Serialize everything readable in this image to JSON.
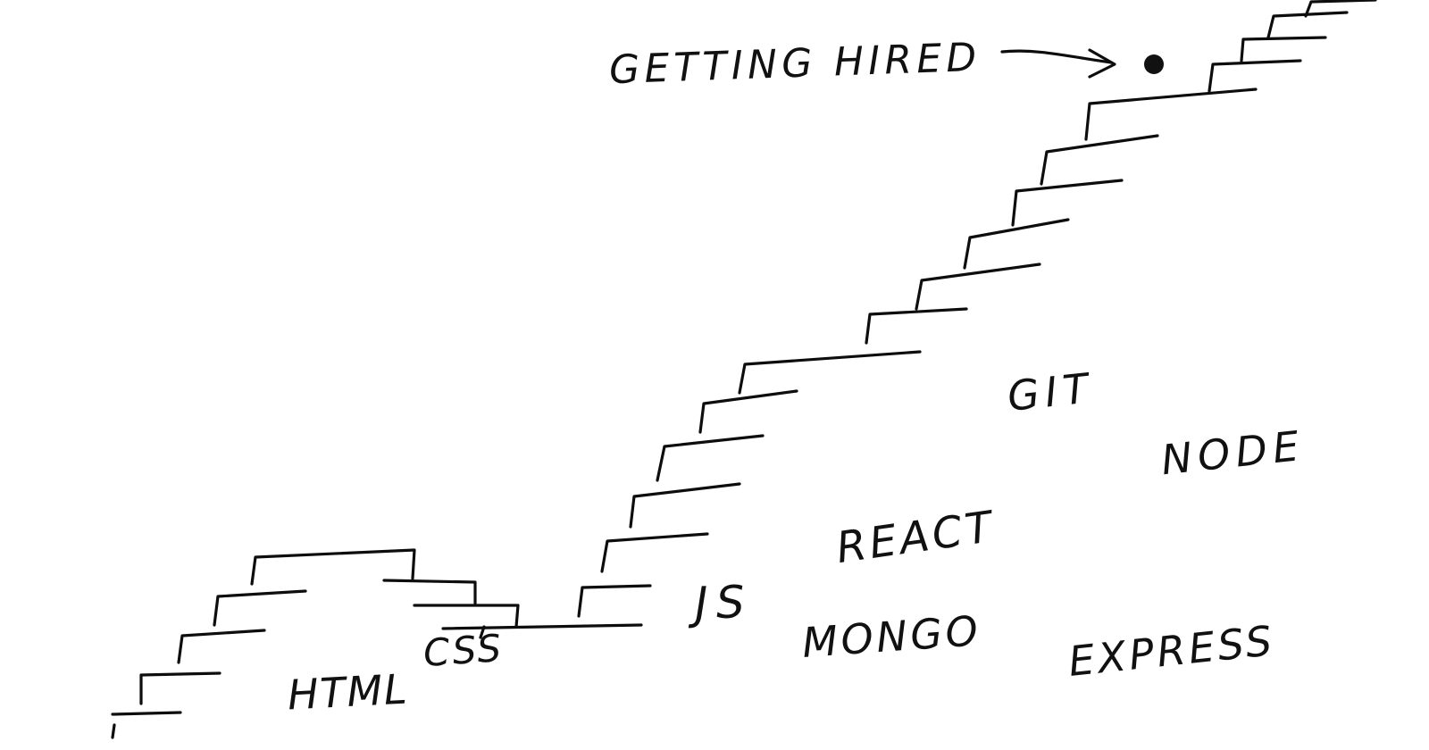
{
  "labels": {
    "html": "HTML",
    "css": "CSS",
    "js": "JS",
    "react": "REACT",
    "mongo": "MONGO",
    "git": "GIT",
    "node": "NODE",
    "express": "EXPRESS",
    "goal": "GETTING HIRED"
  },
  "colors": {
    "ink": "#0d0d0d",
    "paper": "#ffffff"
  },
  "icons": {
    "goal_marker": "filled-dot",
    "arrow": "arrow-right"
  }
}
